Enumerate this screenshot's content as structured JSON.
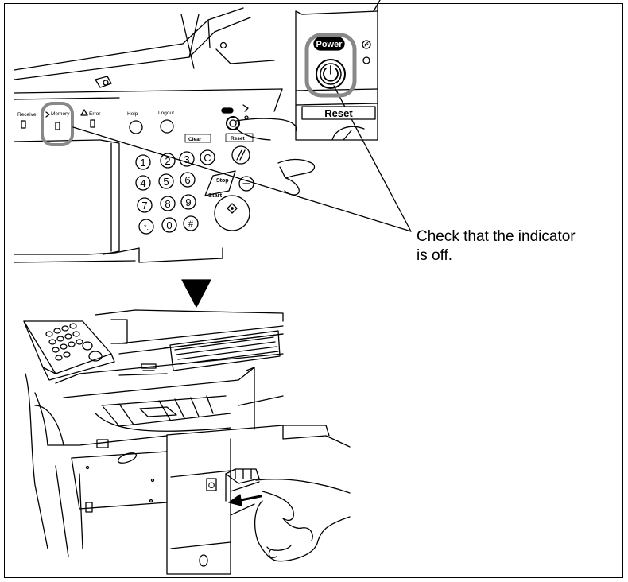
{
  "callout": {
    "line1": "Check that the indicator",
    "line2": "is off."
  },
  "panel": {
    "power_label": "Power",
    "reset_label": "Reset",
    "receive_label": "Receive",
    "memory_label": "Memory",
    "error_label": "Error",
    "help_label": "Help",
    "logout_label": "Logout",
    "clear_label": "Clear",
    "reset_small_label": "Reset",
    "stop_label": "Stop",
    "start_label": "Start",
    "keys": [
      "1",
      "2",
      "3",
      "4",
      "5",
      "6",
      "7",
      "8",
      "9",
      "*.",
      "0",
      "#"
    ],
    "clear_key": "C",
    "main_switch_off": "O"
  },
  "icons": {
    "indicator": "triangle-down-icon",
    "power": "power-icon",
    "energy": "energy-saver-icon",
    "start": "start-diamond-icon",
    "stop": "stop-icon",
    "reset": "reset-slash-icon",
    "arrow": "push-arrow-icon"
  }
}
